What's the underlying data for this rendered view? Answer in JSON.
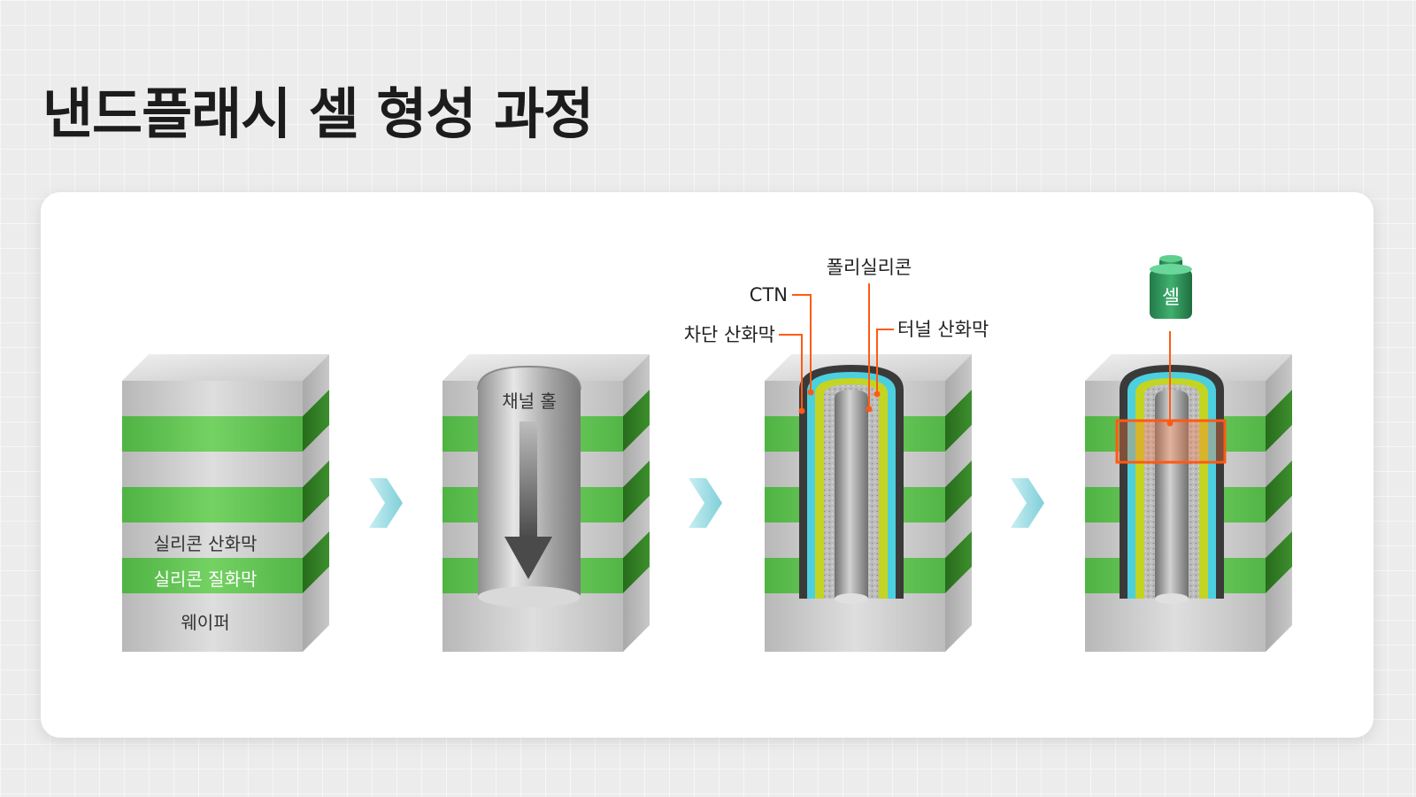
{
  "title": "낸드플래시 셀 형성 과정",
  "steps": [
    {
      "labels": {
        "oxide": "실리콘 산화막",
        "nitride": "실리콘 질화막",
        "wafer": "웨이퍼"
      }
    },
    {
      "labels": {
        "hole": "채널 홀"
      }
    },
    {
      "labels": {
        "polysilicon": "폴리실리콘",
        "ctn": "CTN",
        "blocking_oxide": "차단 산화막",
        "tunnel_oxide": "터널 산화막"
      }
    },
    {
      "labels": {
        "cell": "셀"
      }
    }
  ],
  "colors": {
    "nitride_front": "#5fc250",
    "nitride_side": "#2f7a22",
    "oxide_front": "#c6c6c6",
    "ctn_layer": "#c4d422",
    "tunnel_layer": "#4cd0df",
    "cell_highlight": "#ff5a14",
    "arrow": "#8fd6df",
    "cell_badge": "#2f9a5e"
  },
  "icons": [
    "process-arrow-icon",
    "down-arrow-icon"
  ]
}
